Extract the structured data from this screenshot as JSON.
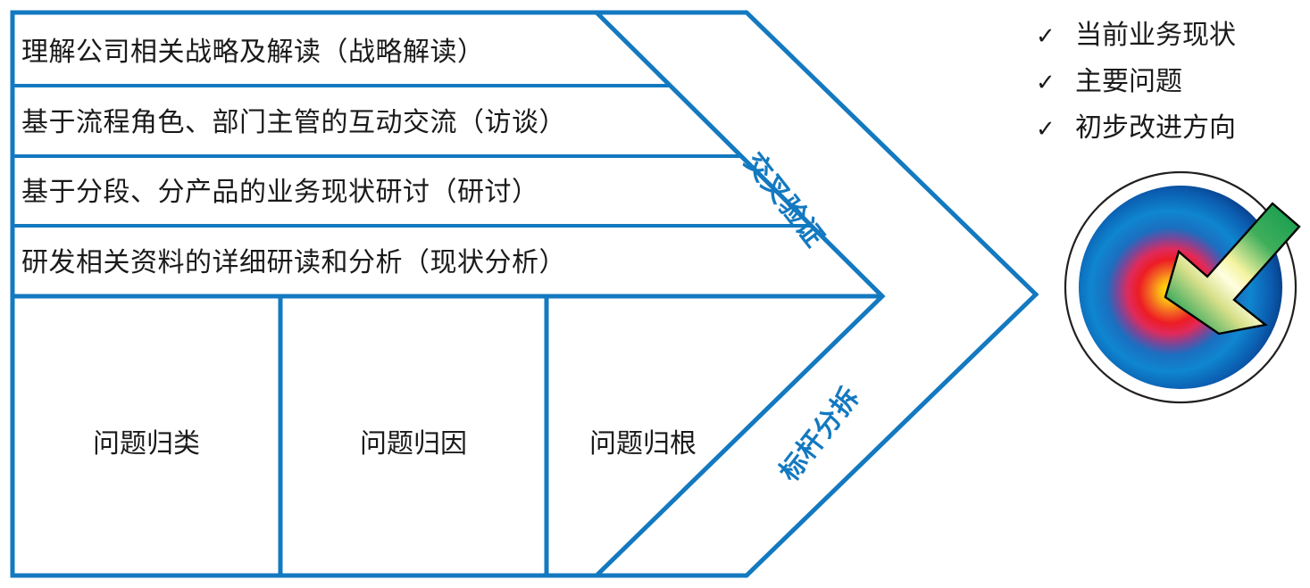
{
  "funnel": {
    "rows": [
      {
        "id": "row-strategy",
        "label": "理解公司相关战略及解读（战略解读）"
      },
      {
        "id": "row-interview",
        "label": "基于流程角色、部门主管的互动交流（访谈）"
      },
      {
        "id": "row-workshop",
        "label": "基于分段、分产品的业务现状研讨（研讨）"
      },
      {
        "id": "row-analysis",
        "label": "研发相关资料的详细研读和分析（现状分析）"
      }
    ],
    "columns": [
      {
        "id": "col-classify",
        "label": "问题归类"
      },
      {
        "id": "col-cause",
        "label": "问题归因"
      },
      {
        "id": "col-root",
        "label": "问题归根"
      }
    ]
  },
  "bands": {
    "upper_label": "交叉验证",
    "lower_label": "标杆分拆"
  },
  "checklist": {
    "mark": "✓",
    "items": [
      {
        "id": "check-current-state",
        "label": "当前业务现状"
      },
      {
        "id": "check-key-issues",
        "label": "主要问题"
      },
      {
        "id": "check-improvement",
        "label": "初步改进方向"
      }
    ]
  },
  "target": {
    "alt": "bullseye-with-arrow"
  },
  "colors": {
    "line_blue": "#1379C0",
    "band_text_blue": "#1379C0",
    "text_dark": "#1a1a1a",
    "target_ring_outline": "#231f20",
    "target_blue_outer": "#0B4EA2",
    "target_blue_mid": "#0F7FC4",
    "target_red": "#ED1C24",
    "target_orange": "#F58220",
    "target_yellow": "#FFF200",
    "arrow_green": "#0E9A4E",
    "arrow_yellow": "#F2F07A",
    "arrow_outline": "#000000"
  }
}
